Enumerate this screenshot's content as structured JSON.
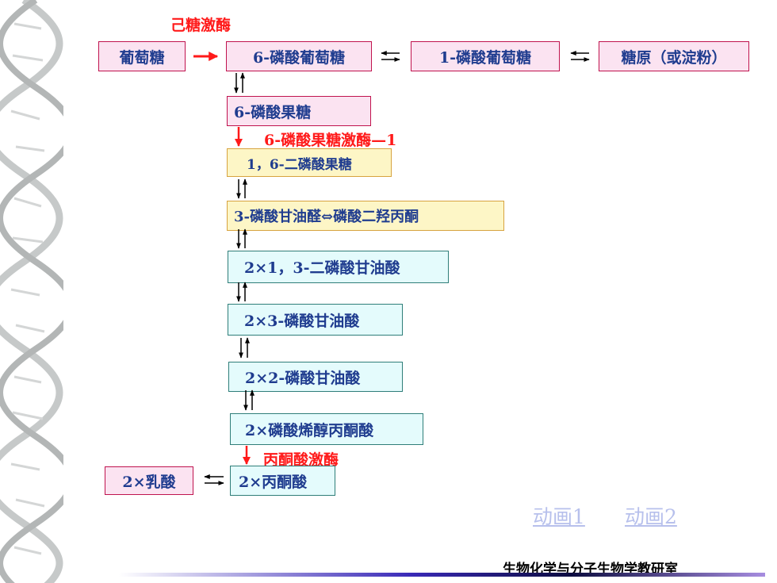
{
  "nodes": {
    "glucose": "葡萄糖",
    "g6p": "6-磷酸葡萄糖",
    "g1p": "1-磷酸葡萄糖",
    "glycogen": "糖原（或淀粉）",
    "f6p": "6-磷酸果糖",
    "f16bp": "1，6-二磷酸果糖",
    "triose": "3-磷酸甘油醛⇔磷酸二羟丙酮",
    "bpg": "2×1，3-二磷酸甘油酸",
    "pg3": "2×3-磷酸甘油酸",
    "pg2": "2×2-磷酸甘油酸",
    "pep": "2×磷酸烯醇丙酮酸",
    "pyruvate": "2×丙酮酸",
    "lactate": "2×乳酸"
  },
  "enzymes": {
    "hexokinase": "己糖激酶",
    "pfk1": "6-磷酸果糖激酶—1",
    "pyruvate_kinase": "丙酮酸激酶"
  },
  "links": {
    "animation1": "动画1",
    "animation2": "动画2"
  },
  "footer": "生物化学与分子生物学教研室",
  "colors": {
    "node_text": "#1f3c8f",
    "enzyme_text": "#ff1a1a",
    "irreversible_arrow": "#ff1a1a",
    "link_text": "#b7c0ec"
  }
}
